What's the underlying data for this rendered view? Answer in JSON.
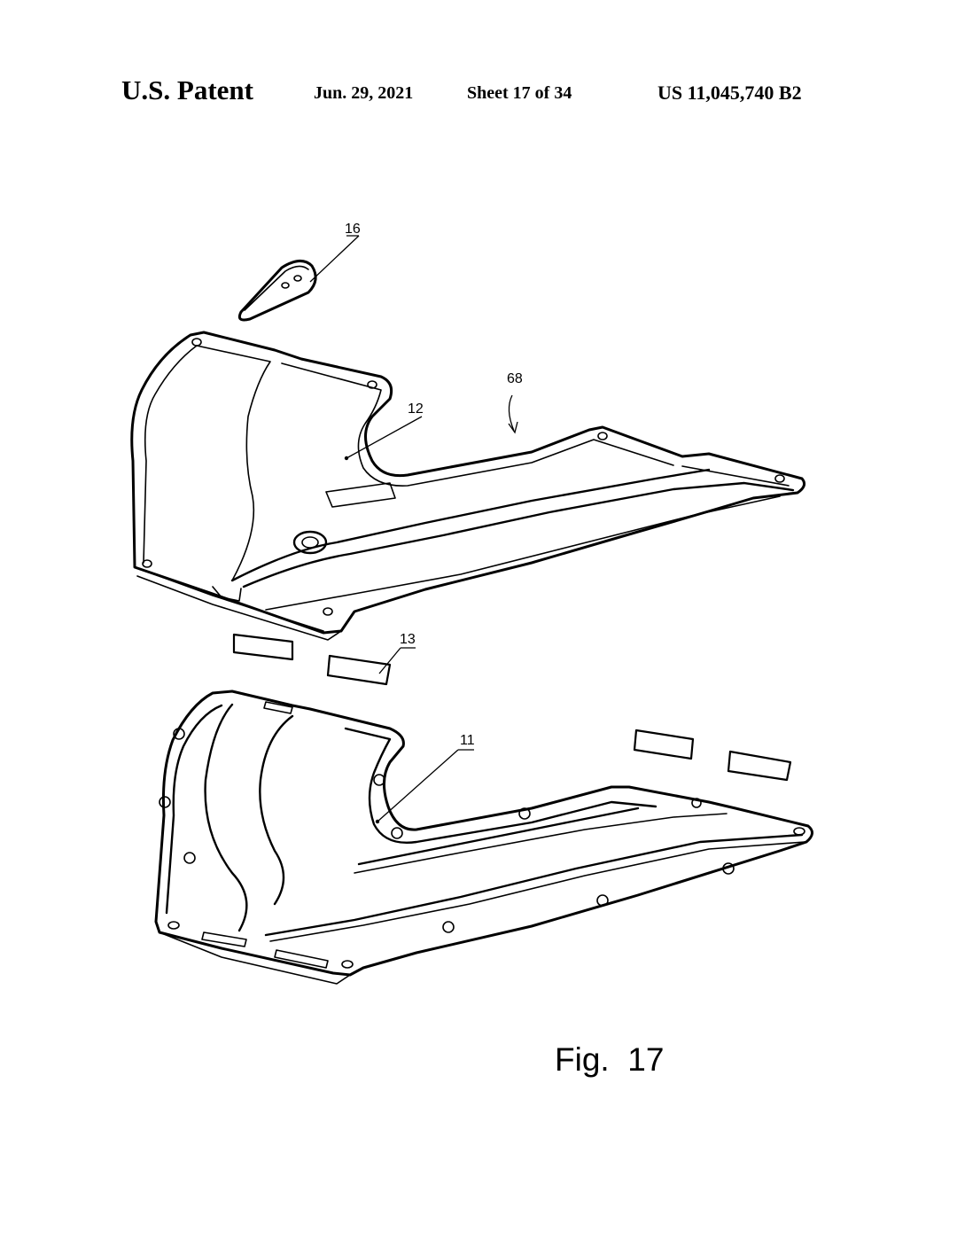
{
  "header": {
    "title": "U.S. Patent",
    "date": "Jun. 29, 2021",
    "sheet": "Sheet 17 of 34",
    "patent_number": "US 11,045,740 B2"
  },
  "figure": {
    "label": "Fig.  17",
    "references": {
      "r16": "16",
      "r68": "68",
      "r12": "12",
      "r13": "13",
      "r11": "11"
    }
  }
}
